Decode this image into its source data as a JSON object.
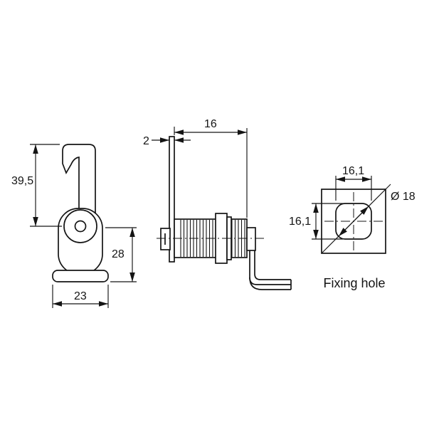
{
  "front_view": {
    "hook_height": "39,5",
    "center_to_base": "28",
    "base_width": "23"
  },
  "side_view": {
    "body_length": "16",
    "cam_thickness": "2"
  },
  "fixing_hole_view": {
    "hole_width": "16,1",
    "hole_height": "16,1",
    "hole_diameter": "Ø 18",
    "caption": "Fixing hole"
  }
}
